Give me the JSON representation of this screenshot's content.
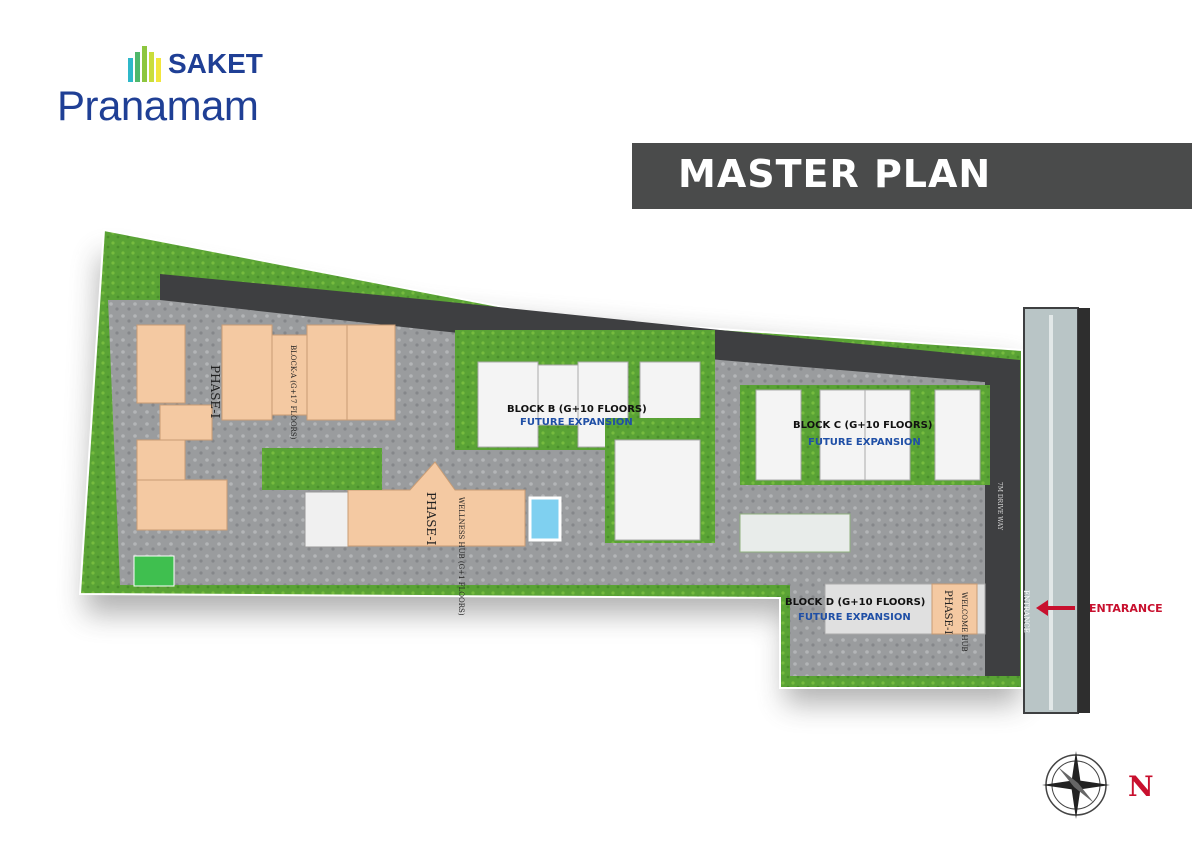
{
  "header": {
    "brand": "SAKET",
    "project": "Pranamam",
    "title": "MASTER PLAN"
  },
  "blocks": {
    "phase1_main": "PHASE-I",
    "block_a": "BLOCK-A (G+17 FLOORS)",
    "wellness_hub": "WELLNESS HUB (G+1 FLOORS)",
    "phase1_hub": "PHASE-I",
    "block_b": "BLOCK B (G+10 FLOORS)",
    "block_b_note": "FUTURE EXPANSION",
    "block_c": "BLOCK C (G+10 FLOORS)",
    "block_c_note": "FUTURE EXPANSION",
    "block_d": "BLOCK D (G+10 FLOORS)",
    "block_d_note": "FUTURE EXPANSION",
    "welcome_hub": "WELCOME HUB",
    "phase_d": "PHASE-I"
  },
  "roads": {
    "entrance_road": "ENTRANCE",
    "drive_way": "7M DRIVE WAY"
  },
  "legend": {
    "entrance_label": "ENTARANCE",
    "north": "N"
  },
  "colors": {
    "brand_blue": "#1f3f95",
    "title_bg": "#4a4b4b",
    "grass": "#5aa335",
    "paving": "#9a9c9e",
    "road": "#3e3f41",
    "building_phase1": "#f4c9a2",
    "building_future": "#f4f4f4",
    "accent_red": "#c8102e"
  },
  "icons": [
    "logo-buildings-icon",
    "compass-rose-icon",
    "entrance-arrow-icon"
  ]
}
